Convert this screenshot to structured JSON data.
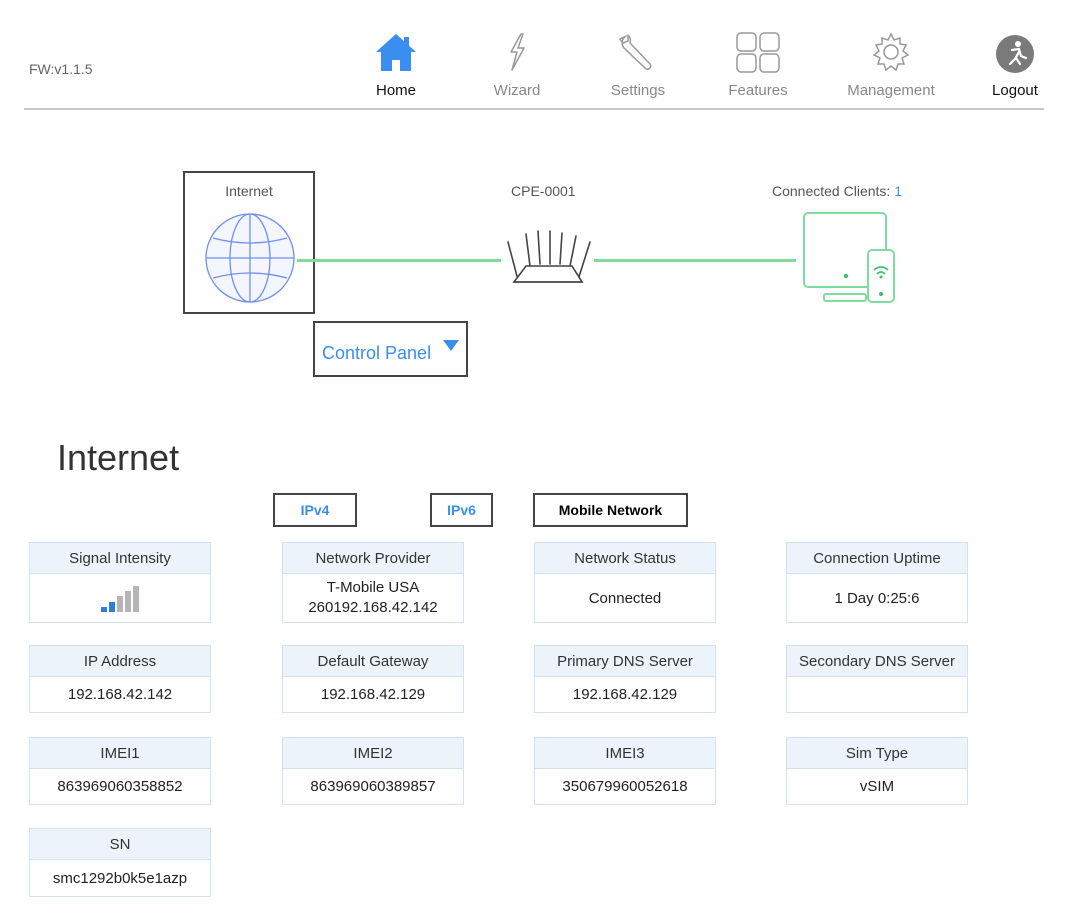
{
  "header": {
    "firmware": "FW:v1.1.5",
    "nav": [
      {
        "label": "Home",
        "icon": "home-icon",
        "active": true
      },
      {
        "label": "Wizard",
        "icon": "wizard-icon"
      },
      {
        "label": "Settings",
        "icon": "wrench-icon"
      },
      {
        "label": "Features",
        "icon": "features-grid-icon"
      },
      {
        "label": "Management",
        "icon": "gear-icon"
      },
      {
        "label": "Logout",
        "icon": "logout-icon"
      }
    ]
  },
  "topology": {
    "internet_label": "Internet",
    "device_label": "CPE-0001",
    "clients_label": "Connected Clients: ",
    "clients_count": "1",
    "control_panel": "Control Panel"
  },
  "section": {
    "title": "Internet",
    "tabs": [
      {
        "label": "IPv4",
        "active": false
      },
      {
        "label": "IPv6",
        "active": false
      },
      {
        "label": "Mobile Network",
        "active": true
      }
    ]
  },
  "cards": {
    "signal_intensity": {
      "label": "Signal Intensity",
      "bars_filled": 2,
      "bars_total": 5
    },
    "network_provider": {
      "label": "Network Provider",
      "line1": "T-Mobile USA",
      "line2": "260192.168.42.142"
    },
    "network_status": {
      "label": "Network Status",
      "value": "Connected"
    },
    "connection_uptime": {
      "label": "Connection Uptime",
      "value": "1 Day 0:25:6"
    },
    "ip_address": {
      "label": "IP Address",
      "value": "192.168.42.142"
    },
    "default_gateway": {
      "label": "Default Gateway",
      "value": "192.168.42.129"
    },
    "primary_dns": {
      "label": "Primary DNS Server",
      "value": "192.168.42.129"
    },
    "secondary_dns": {
      "label": "Secondary DNS Server",
      "value": ""
    },
    "imei1": {
      "label": "IMEI1",
      "value": "863969060358852"
    },
    "imei2": {
      "label": "IMEI2",
      "value": "863969060389857"
    },
    "imei3": {
      "label": "IMEI3",
      "value": "350679960052618"
    },
    "sim_type": {
      "label": "Sim Type",
      "value": "vSIM"
    },
    "sn": {
      "label": "SN",
      "value": "smc1292b0k5e1azp"
    }
  },
  "colors": {
    "accent": "#3a8ef0",
    "link_line": "#7fdc9e",
    "card_header": "#ecf3fb",
    "signal_on": "#2f7de1",
    "signal_off": "#b5b5b5"
  }
}
